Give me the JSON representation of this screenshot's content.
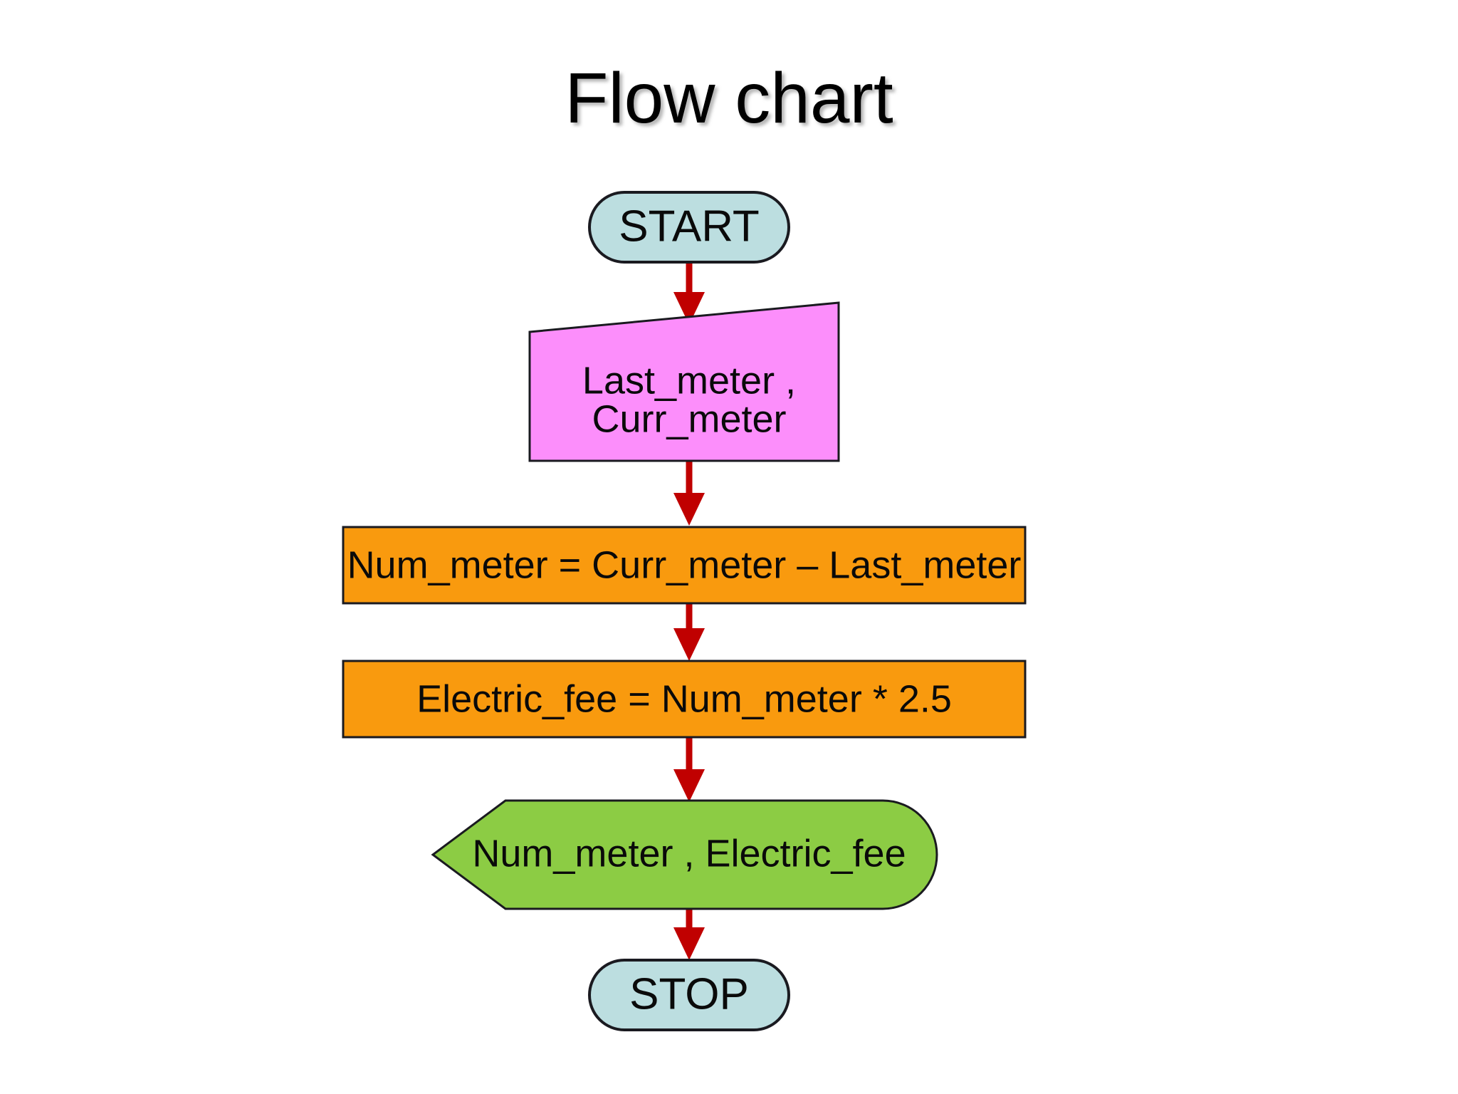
{
  "slide": {
    "title": "Flow chart",
    "background_color": "#ffffff"
  },
  "palette": {
    "terminal_fill": "#BCDEE0",
    "input_fill": "#FC8EFB",
    "process_fill": "#F99A0E",
    "output_fill": "#8CCC44",
    "outline": "#1a1a20",
    "connector": "#C00000",
    "text": "#0a0a0a"
  },
  "flowchart": {
    "type": "flowchart",
    "nodes": [
      {
        "id": "start",
        "shape": "terminator",
        "label": "START",
        "fill": "#BCDEE0"
      },
      {
        "id": "input",
        "shape": "trapezoid-input",
        "label_line1": "Last_meter ,",
        "label_line2": "Curr_meter",
        "fill": "#FC8EFB"
      },
      {
        "id": "process1",
        "shape": "rectangle",
        "label": "Num_meter = Curr_meter – Last_meter",
        "fill": "#F99A0E"
      },
      {
        "id": "process2",
        "shape": "rectangle",
        "label": "Electric_fee = Num_meter * 2.5",
        "fill": "#F99A0E"
      },
      {
        "id": "output",
        "shape": "display-output",
        "label": "Num_meter , Electric_fee",
        "fill": "#8CCC44"
      },
      {
        "id": "stop",
        "shape": "terminator",
        "label": "STOP",
        "fill": "#BCDEE0"
      }
    ],
    "edges": [
      {
        "from": "start",
        "to": "input",
        "arrow": "down"
      },
      {
        "from": "input",
        "to": "process1",
        "arrow": "down"
      },
      {
        "from": "process1",
        "to": "process2",
        "arrow": "down"
      },
      {
        "from": "process2",
        "to": "output",
        "arrow": "down"
      },
      {
        "from": "output",
        "to": "stop",
        "arrow": "down"
      }
    ]
  }
}
